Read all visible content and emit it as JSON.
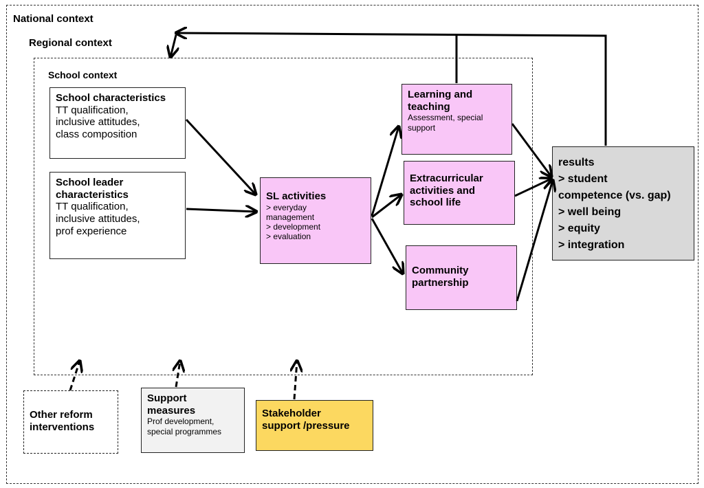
{
  "contexts": {
    "national": "National context",
    "regional": "Regional context",
    "school": "School context"
  },
  "school_characteristics": {
    "title": "School characteristics",
    "lines": [
      "TT qualification,",
      "inclusive attitudes,",
      "class composition"
    ]
  },
  "school_leader_characteristics": {
    "title_1": "School leader",
    "title_2": "characteristics",
    "lines": [
      "TT qualification,",
      "inclusive attitudes,",
      "prof experience"
    ]
  },
  "sl_activities": {
    "title": "SL activities",
    "lines": [
      "> everyday",
      "management",
      "> development",
      "> evaluation"
    ]
  },
  "learning_teaching": {
    "title_1": "Learning and",
    "title_2": "teaching",
    "lines": [
      "Assessment, special",
      "support"
    ]
  },
  "extracurricular": {
    "lines": [
      "Extracurricular",
      "activities and",
      "school life"
    ]
  },
  "community": {
    "lines": [
      "Community",
      "partnership"
    ]
  },
  "results": {
    "lines": [
      "results",
      "> student",
      "competence (vs. gap)",
      "> well being",
      "> equity",
      "> integration"
    ]
  },
  "other_reform": {
    "lines": [
      "Other reform",
      "interventions"
    ]
  },
  "support_measures": {
    "title_1": "Support",
    "title_2": "measures",
    "lines": [
      "Prof development,",
      "special programmes"
    ]
  },
  "stakeholder": {
    "lines": [
      "Stakeholder",
      "support /pressure"
    ]
  },
  "colors": {
    "pink": "#f9c6f7",
    "gray": "#d9d9d9",
    "yellow": "#fcd860",
    "light_gray": "#f2f2f2"
  }
}
